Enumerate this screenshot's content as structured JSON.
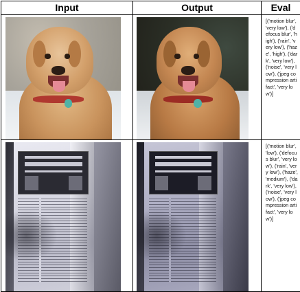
{
  "headers": {
    "input": "Input",
    "output": "Output",
    "eval": "Eval"
  },
  "rows": [
    {
      "input_image": "dog-photo",
      "output_image": "dog-photo-restored",
      "eval_text": "[('motion blur', 'very low'), ('defocus blur', 'high'), ('rain', 'very low'), ('haze', 'high'), ('dark', 'very low'), ('noise', 'very low'), ('jpeg compression artifact', 'very low')]"
    },
    {
      "input_image": "crumpled-flyer-photo",
      "output_image": "crumpled-flyer-photo-restored",
      "eval_text": "[('motion blur', 'low'), ('defocus blur', 'very low'), ('rain', 'very low'), ('haze', 'medium'), ('dark', 'very low'), ('noise', 'very low'), ('jpeg compression artifact', 'very low')]"
    }
  ],
  "colors": {
    "border": "#000000",
    "header_text": "#000000"
  }
}
